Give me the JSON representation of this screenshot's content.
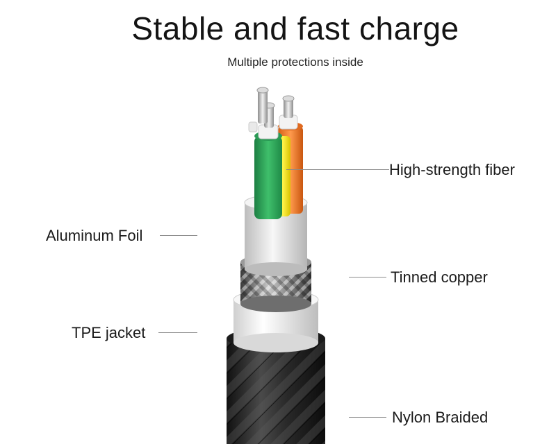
{
  "title": "Stable and fast charge",
  "subtitle": "Multiple protections inside",
  "labels": {
    "high_strength_fiber": "High-strength fiber",
    "aluminum_foil": "Aluminum Foil",
    "tinned_copper": "Tinned copper",
    "tpe_jacket": "TPE jacket",
    "nylon_braided": "Nylon Braided"
  },
  "colors": {
    "wire_green": "#2fa35a",
    "wire_yellow": "#f2e41b",
    "wire_orange": "#f07a2a",
    "foil": "#e8e8e8",
    "jacket": "#f2f2f2",
    "braid": "#2b2b2b"
  },
  "icons": [
    "cable-cross-section-illustration"
  ]
}
